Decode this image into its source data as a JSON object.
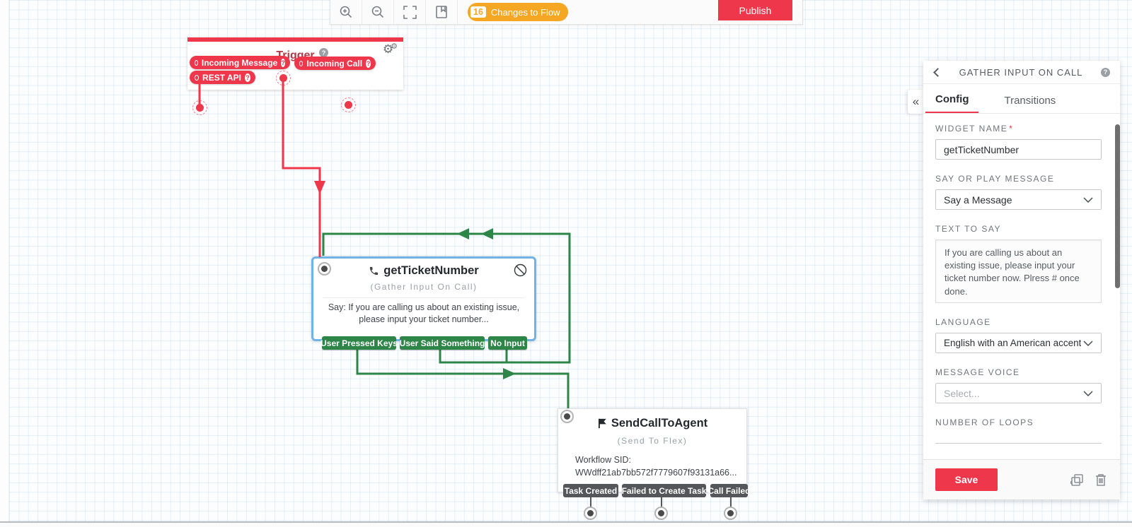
{
  "colors": {
    "red": "#EF374B",
    "green": "#2D8647",
    "orange": "#F5A623",
    "selection_blue": "#72B3E6",
    "dark_pill": "#54565A"
  },
  "toolbar": {
    "changes_count": "16",
    "changes_label": "Changes to Flow",
    "publish_label": "Publish"
  },
  "canvas": {
    "trigger": {
      "title": "Trigger",
      "pills": [
        "Incoming Message",
        "Incoming Call",
        "REST API"
      ]
    },
    "gather": {
      "title": "getTicketNumber",
      "subtitle": "(Gather Input On Call)",
      "body": "Say: If you are calling us about an existing issue, please input your ticket number...",
      "transitions": [
        "User Pressed Keys",
        "User Said Something",
        "No Input"
      ]
    },
    "flex": {
      "title": "SendCallToAgent",
      "subtitle": "(Send To Flex)",
      "body_line1": "Workflow SID:",
      "body_line2": "WWdff21ab7bb572f7779607f93131a66...",
      "transitions": [
        "Task Created",
        "Failed to Create Task",
        "Call Failed"
      ]
    }
  },
  "panel": {
    "title": "GATHER INPUT ON CALL",
    "collapse_glyph": "«",
    "tabs": {
      "config": "Config",
      "transitions": "Transitions"
    },
    "widget_name": {
      "label": "WIDGET NAME",
      "required_mark": "*",
      "value": "getTicketNumber"
    },
    "say_or_play": {
      "label": "SAY OR PLAY MESSAGE",
      "value": "Say a Message"
    },
    "text_to_say": {
      "label": "TEXT TO SAY",
      "value": "If you are calling us about an existing issue, please input your ticket number now. Plress # once done."
    },
    "language": {
      "label": "LANGUAGE",
      "value": "English with an American accent"
    },
    "message_voice": {
      "label": "MESSAGE VOICE",
      "placeholder": "Select..."
    },
    "number_of_loops": {
      "label": "NUMBER OF LOOPS"
    },
    "footer": {
      "save_label": "Save"
    }
  }
}
